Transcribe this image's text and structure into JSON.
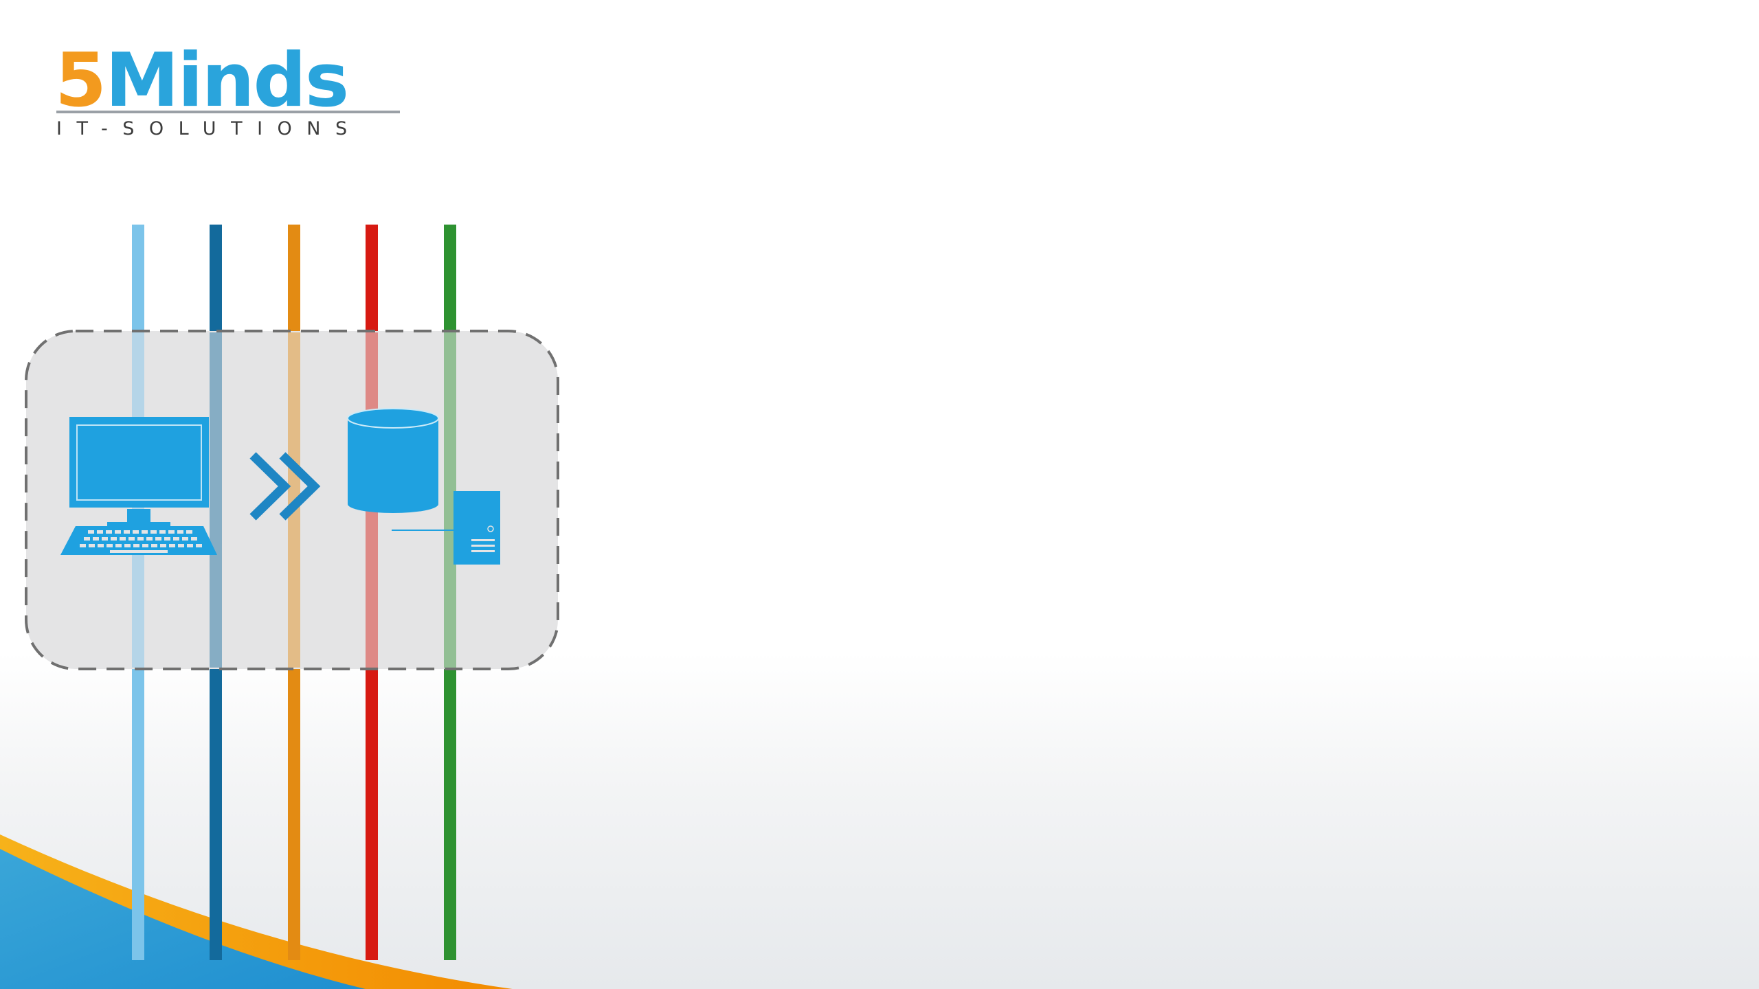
{
  "logo": {
    "five": "5",
    "rest": "Minds",
    "tagline": "IT-SOLUTIONS"
  },
  "colors": {
    "brand_orange": "#f39a1e",
    "brand_blue": "#2aa4dc",
    "icon_blue": "#1fa1e0",
    "chevron_blue": "#1e86c4",
    "container_fill": "#e4e4e5",
    "container_border": "#707070"
  },
  "diagram": {
    "lanes": [
      {
        "color": "#7cc4ea"
      },
      {
        "color": "#136a9c"
      },
      {
        "color": "#e38b13"
      },
      {
        "color": "#d71a12"
      },
      {
        "color": "#2e9231"
      }
    ],
    "icons": [
      "computer-icon",
      "double-chevron-icon",
      "database-icon",
      "server-icon"
    ]
  }
}
